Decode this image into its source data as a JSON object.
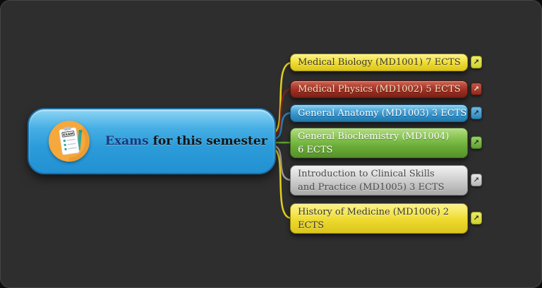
{
  "canvas": {
    "background_color": "#2e2e2e"
  },
  "central_topic": {
    "title_highlight": "Exams",
    "title_rest": " for this semester",
    "icon_text": "EXAM",
    "fill_color": "#2f9fdd"
  },
  "icons": {
    "topic_action": "hyperlink-icon",
    "central": "exam-clipboard-icon",
    "arrow_glyph": "↗"
  },
  "topics": [
    {
      "label": "Medical Biology (MD1001) 7 ECTS",
      "fill_color": "#f2e13a",
      "text_color": "#3d3a24",
      "connector_color": "#e3cf1d"
    },
    {
      "label": "Medical Physics (MD1002) 5 ECTS",
      "fill_color": "#a03327",
      "text_color": "#f2e2c0",
      "connector_color": "#7e241a"
    },
    {
      "label": "General Anatomy (MD1003) 3 ECTS",
      "fill_color": "#3b97cf",
      "text_color": "#ffffff",
      "connector_color": "#2b7fb5"
    },
    {
      "label": "General Biochemistry (MD1004) 6 ECTS",
      "fill_color": "#74b53e",
      "text_color": "#ffffff",
      "connector_color": "#63a331"
    },
    {
      "label": "Introduction to Clinical Skills and Practice (MD1005) 3 ECTS",
      "fill_color": "#cfcfcf",
      "text_color": "#4a4a4a",
      "connector_color": "#9e9e9e"
    },
    {
      "label": "History of Medicine (MD1006) 2 ECTS",
      "fill_color": "#f2e13a",
      "text_color": "#3d3a24",
      "connector_color": "#e3cf1d"
    }
  ]
}
